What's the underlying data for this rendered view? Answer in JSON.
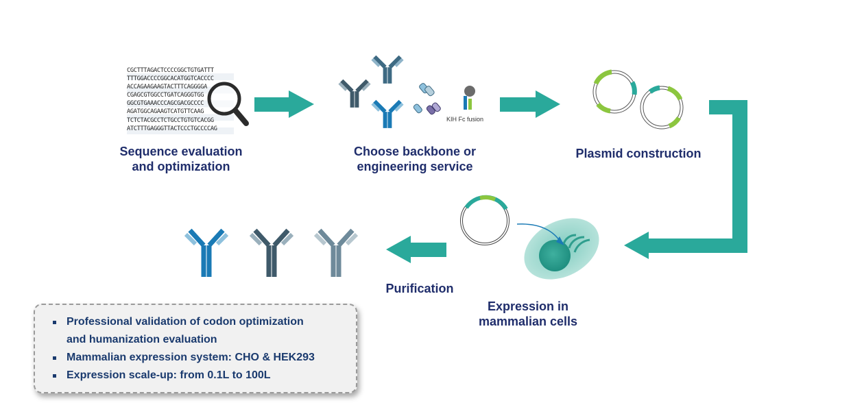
{
  "steps": [
    {
      "label_line1": "Sequence evaluation",
      "label_line2": "and optimization"
    },
    {
      "label_line1": "Choose backbone or",
      "label_line2": "engineering service"
    },
    {
      "label_line1": "Plasmid construction"
    },
    {
      "label_line1": "Expression in",
      "label_line2": "mammalian cells"
    },
    {
      "label_line1": "Purification"
    }
  ],
  "sequence_lines": [
    "CGCTTTAGACTCCCCGGCTGTGATTT",
    "TTTGGACCCCGGCACATGGTCACCCC",
    "ACCAGAAGAAGTACTTTCAGGGGA",
    "CGAGCGTGGCCTGATCAGGGTGG",
    "GGCGTGAAACCCAGCGACGCCCC",
    "AGATGGCAGAAGTCATGTTCAAG",
    "TCTCTACGCCTCTGCCTGTGTCACGG",
    "ATCTTTGAGGGTTACTCCCTGCCCCAG"
  ],
  "kih_label": "KIH Fc fusion",
  "features": [
    "Professional validation of codon optimization",
    "and humanization evaluation",
    "Mammalian expression system: CHO & HEK293",
    "Expression scale-up: from 0.1L to 100L"
  ],
  "colors": {
    "teal": "#2aa99b",
    "navy": "#1f2d6b",
    "ab_blue": "#1a7ab5",
    "ab_light": "#8ec1dd",
    "ab_slate": "#3f5a6a",
    "ab_slate_light": "#9ab0bc",
    "ab_gray": "#6e8a9a"
  },
  "icons": [
    "magnifier-icon",
    "antibody-icon",
    "plasmid-icon",
    "cell-icon",
    "arrow-icon"
  ]
}
